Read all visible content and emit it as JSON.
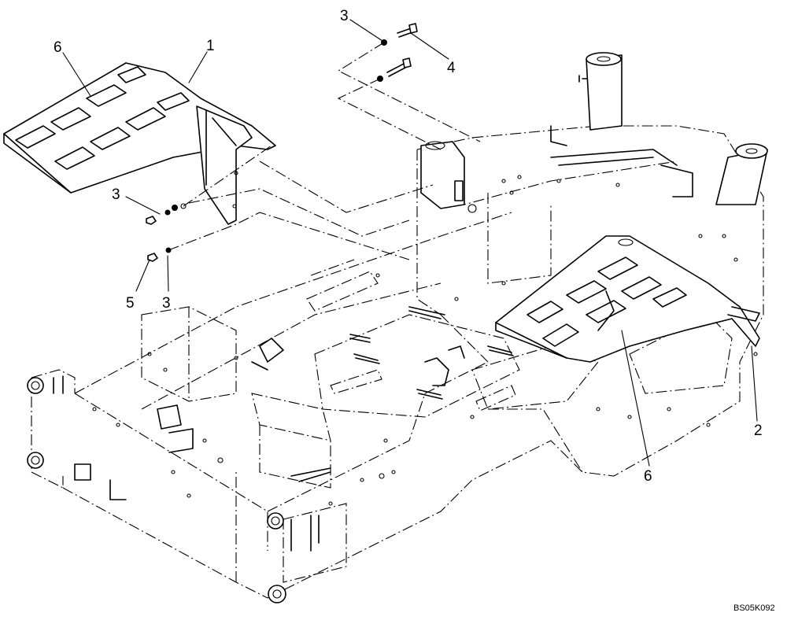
{
  "diagram": {
    "callouts": [
      {
        "id": "c1",
        "label": "1"
      },
      {
        "id": "c2",
        "label": "2"
      },
      {
        "id": "c3a",
        "label": "3"
      },
      {
        "id": "c3b",
        "label": "3"
      },
      {
        "id": "c3c",
        "label": "3"
      },
      {
        "id": "c4",
        "label": "4"
      },
      {
        "id": "c5",
        "label": "5"
      },
      {
        "id": "c6a",
        "label": "6"
      },
      {
        "id": "c6b",
        "label": "6"
      }
    ],
    "drawing_code": "BS05K092"
  }
}
